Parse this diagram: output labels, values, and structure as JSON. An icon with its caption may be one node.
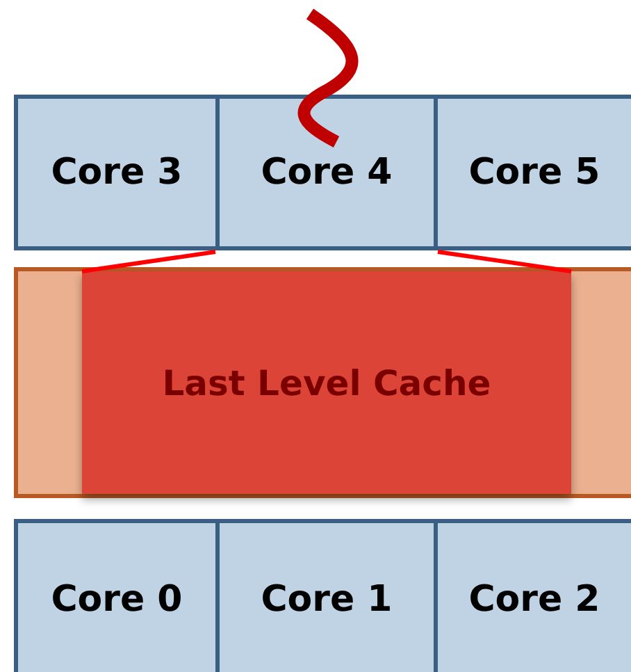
{
  "diagram": {
    "nodes": [
      {
        "text": [
          "Core 3"
        ]
      },
      {
        "text": [
          "Core 4"
        ]
      },
      {
        "text": [
          "Core 5"
        ]
      },
      {
        "text": [],
        "shape": "box"
      },
      {
        "text": [
          "Core 0"
        ]
      },
      {
        "text": [
          "Core 1"
        ]
      },
      {
        "text": [
          "Core 2"
        ]
      },
      {
        "text": [
          "Last Level Cache"
        ],
        "in": 3
      }
    ],
    "edges": [
      {
        "from": 1,
        "to": 7,
        "arrow": "none"
      },
      {
        "from": 1,
        "to": 7,
        "arrow": "none"
      }
    ]
  }
}
